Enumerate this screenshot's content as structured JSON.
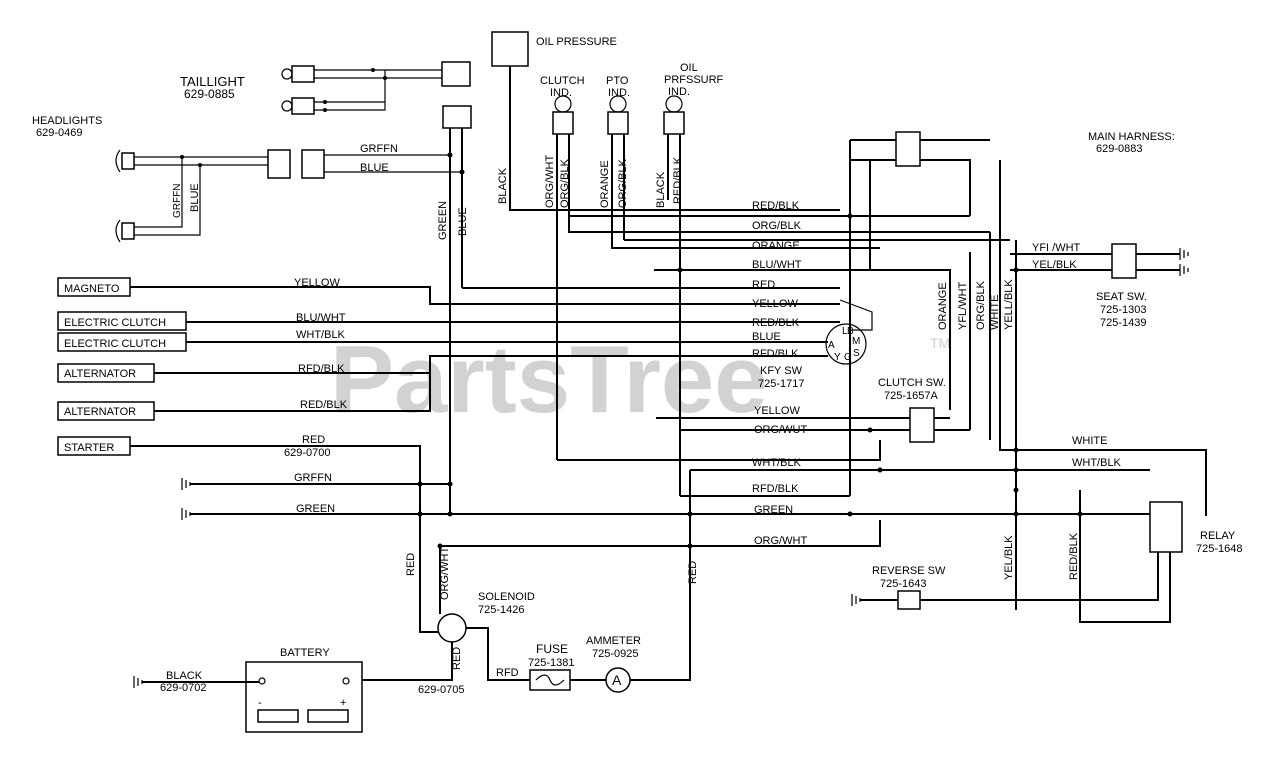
{
  "watermark": {
    "text": "PartsTree",
    "tm": "TM"
  },
  "components": {
    "oil_pressure": "OIL  PRESSURE",
    "clutch_ind": [
      "CLUTCH",
      "IND."
    ],
    "pto_ind": [
      "PTO",
      "IND."
    ],
    "oil_ind": [
      "OIL",
      "PRFSSURF",
      "IND."
    ],
    "taillight": [
      "TAILLIGHT",
      "629-0885"
    ],
    "headlights": [
      "HEADLIGHTS",
      "629-0469"
    ],
    "main_harness": [
      "MAIN HARNESS:",
      "629-0883"
    ],
    "seat_sw": [
      "SEAT SW.",
      "725-1303",
      "725-1439"
    ],
    "key_sw": [
      "KFY SW",
      "725-1717"
    ],
    "key_letters": [
      "L",
      "B",
      "M",
      "A",
      "Y",
      "G",
      "S"
    ],
    "clutch_sw": [
      "CLUTCH SW.",
      "725-1657A"
    ],
    "reverse_sw": [
      "REVERSE SW",
      "725-1643"
    ],
    "relay": [
      "RELAY",
      "725-1648"
    ],
    "solenoid": [
      "SOLENOID",
      "725-1426"
    ],
    "fuse": [
      "FUSE",
      "725-1381"
    ],
    "ammeter": [
      "AMMETER",
      "725-0925"
    ],
    "ammeter_symbol": "A",
    "battery": "BATTERY",
    "battery_terms": [
      "-",
      "+"
    ],
    "black_ground": [
      "BLACK",
      "629-0702"
    ],
    "cable_0705": "629-0705",
    "starter_red": [
      "RED",
      "629-0700"
    ]
  },
  "connectors": {
    "magneto": "MAGNETO",
    "electric_clutch_1": "ELECTRIC CLUTCH",
    "electric_clutch_2": "ELECTRIC CLUTCH",
    "alternator_1": "ALTERNATOR",
    "alternator_2": "ALTERNATOR",
    "starter": "STARTER"
  },
  "wires": {
    "h_green": "GRFFN",
    "h_blue": "BLUE",
    "hl_green": "GRFFN",
    "hl_blue": "BLUE",
    "v_green": "GREEN",
    "v_blue": "BLUE",
    "black": "BLACK",
    "org_wht": "ORG/WHT",
    "org_blk": "ORG/BLK",
    "orange": "ORANGE",
    "org_blk2": "ORG/BLK",
    "black2": "BLACK",
    "red_blk": "RED/BLK",
    "t_red_blk": "RED/BLK",
    "t_org_blk": "ORG/BLK",
    "t_orange": "ORANGE",
    "t_blu_wht": "BLU/WHT",
    "m_yellow": "YELLOW",
    "m_red": "RED",
    "m_yellow2": "YELLOW",
    "ec_blu_wht": "BLU/WHT",
    "ec_red_blk": "RED/BLK",
    "ec_wht_blk": "WHT/BLK",
    "k_blue": "BLUE",
    "alt_red_blk": "RFD/BLK",
    "k_red_blk": "RFD/BLK",
    "alt_red_blk2": "RED/BLK",
    "k_yellow": "YELLOW",
    "k_org_wht": "ORG/WUT",
    "wht_blk": "WHT/BLK",
    "red_blk3": "RFD/BLK",
    "green1": "GRFFN",
    "green2": "GREEN",
    "green_right": "GREEN",
    "org_wht_low": "ORG/WHT",
    "v_red_low": "RED",
    "v_org_wht_low": "ORG/WHT",
    "v_red_mid": "RED",
    "sol_red": "RED",
    "fuse_red": "RFD",
    "seat_yel_wht": "YFI /WHT",
    "seat_yel_blk": "YEL/BLK",
    "vr_orange": "ORANGE",
    "vr_yel_wht": "YFL/WHT",
    "vr_org_blk": "ORG/BLK",
    "vr_white": "WHITE",
    "vr_yel_blk": "YELL/BLK",
    "white_r": "WHITE",
    "wht_blk_r": "WHT/BLK",
    "v_yel_blk_low": "YEL/BLK",
    "v_red_blk_low": "RED/BLK"
  }
}
